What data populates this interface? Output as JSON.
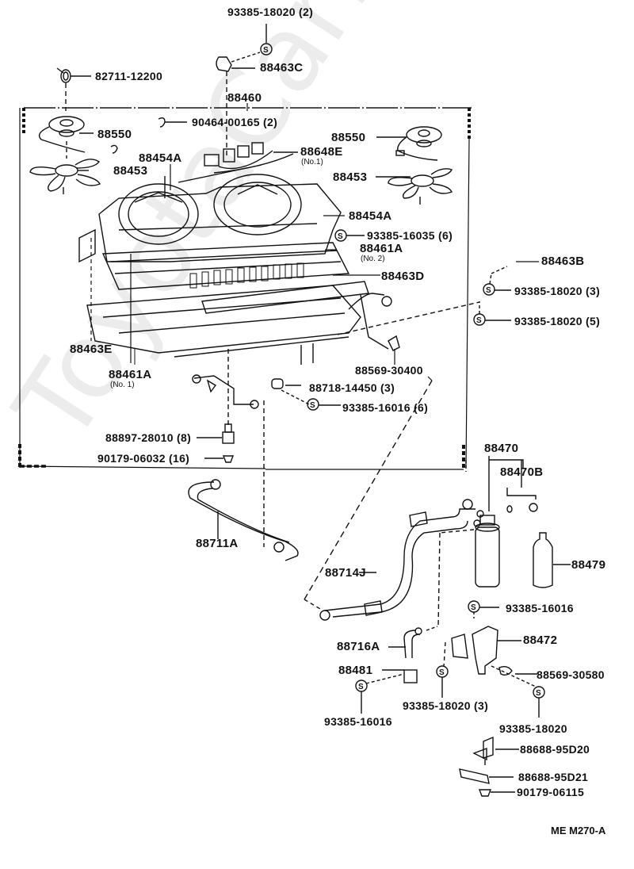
{
  "diagram": {
    "reference_code": "ME M270-A",
    "watermark": "ToyotaCarline.ru",
    "callouts": [
      {
        "id": "c01",
        "part": "93385-18020",
        "qty": "(2)"
      },
      {
        "id": "c02",
        "part": "88463C",
        "qty": ""
      },
      {
        "id": "c03",
        "part": "82711-12200",
        "qty": ""
      },
      {
        "id": "c04",
        "part": "88460",
        "qty": ""
      },
      {
        "id": "c05",
        "part": "90464-00165",
        "qty": "(2)"
      },
      {
        "id": "c06",
        "part": "88550",
        "qty": ""
      },
      {
        "id": "c07",
        "part": "88550",
        "qty": ""
      },
      {
        "id": "c08",
        "part": "88454A",
        "qty": ""
      },
      {
        "id": "c09",
        "part": "88648E",
        "qty": "",
        "note": "(No.1)"
      },
      {
        "id": "c10",
        "part": "88453",
        "qty": ""
      },
      {
        "id": "c11",
        "part": "88453",
        "qty": ""
      },
      {
        "id": "c12",
        "part": "88454A",
        "qty": ""
      },
      {
        "id": "c13",
        "part": "93385-16035",
        "qty": "(6)"
      },
      {
        "id": "c14",
        "part": "88461A",
        "qty": "",
        "note": "(No. 2)"
      },
      {
        "id": "c15",
        "part": "88463B",
        "qty": ""
      },
      {
        "id": "c16",
        "part": "88463D",
        "qty": ""
      },
      {
        "id": "c17",
        "part": "93385-18020",
        "qty": "(3)"
      },
      {
        "id": "c18",
        "part": "93385-18020",
        "qty": "(5)"
      },
      {
        "id": "c19",
        "part": "88463E",
        "qty": ""
      },
      {
        "id": "c20",
        "part": "88461A",
        "qty": "",
        "note": "(No. 1)"
      },
      {
        "id": "c21",
        "part": "88569-30400",
        "qty": ""
      },
      {
        "id": "c22",
        "part": "88718-14450",
        "qty": "(3)"
      },
      {
        "id": "c23",
        "part": "93385-16016",
        "qty": "(6)"
      },
      {
        "id": "c24",
        "part": "88897-28010",
        "qty": "(8)"
      },
      {
        "id": "c25",
        "part": "90179-06032",
        "qty": "(16)"
      },
      {
        "id": "c26",
        "part": "88470",
        "qty": ""
      },
      {
        "id": "c27",
        "part": "88470B",
        "qty": ""
      },
      {
        "id": "c28",
        "part": "88711A",
        "qty": ""
      },
      {
        "id": "c29",
        "part": "88479",
        "qty": ""
      },
      {
        "id": "c30",
        "part": "88714J",
        "qty": ""
      },
      {
        "id": "c31",
        "part": "93385-16016",
        "qty": ""
      },
      {
        "id": "c32",
        "part": "88716A",
        "qty": ""
      },
      {
        "id": "c33",
        "part": "88472",
        "qty": ""
      },
      {
        "id": "c34",
        "part": "88481",
        "qty": ""
      },
      {
        "id": "c35",
        "part": "88569-30580",
        "qty": ""
      },
      {
        "id": "c36",
        "part": "93385-18020",
        "qty": "(3)"
      },
      {
        "id": "c37",
        "part": "93385-16016",
        "qty": ""
      },
      {
        "id": "c38",
        "part": "93385-18020",
        "qty": ""
      },
      {
        "id": "c39",
        "part": "88688-95D20",
        "qty": ""
      },
      {
        "id": "c40",
        "part": "88688-95D21",
        "qty": ""
      },
      {
        "id": "c41",
        "part": "90179-06115",
        "qty": ""
      }
    ]
  }
}
